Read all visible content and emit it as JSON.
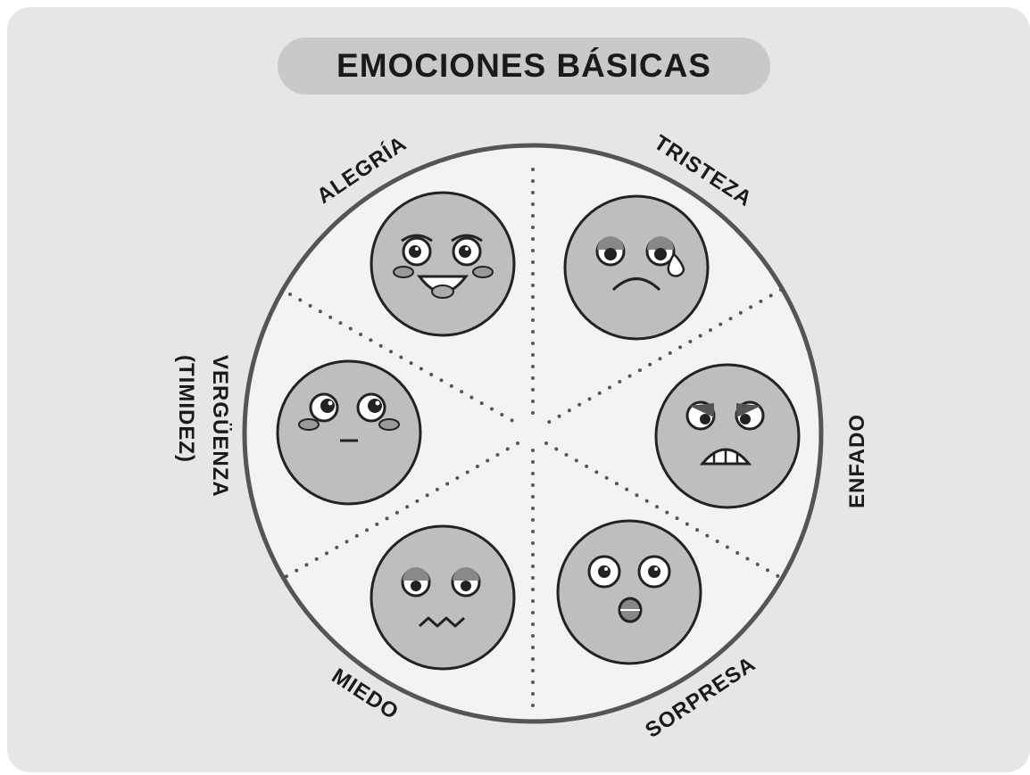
{
  "title": "EMOCIONES BÁSICAS",
  "emotions": {
    "alegria": "ALEGRÍA",
    "tristeza": "TRISTEZA",
    "enfado": "ENFADO",
    "sorpresa": "SORPRESA",
    "miedo": "MIEDO",
    "verguenza_line1": "VERGÜENZA",
    "verguenza_line2": "(TIMIDEZ)"
  },
  "colors": {
    "panel": "#e6e6e6",
    "wheel_fill": "#f3f3f3",
    "wheel_stroke": "#555555",
    "face_fill": "#bebebe",
    "title_pill": "#c9c9c9"
  }
}
